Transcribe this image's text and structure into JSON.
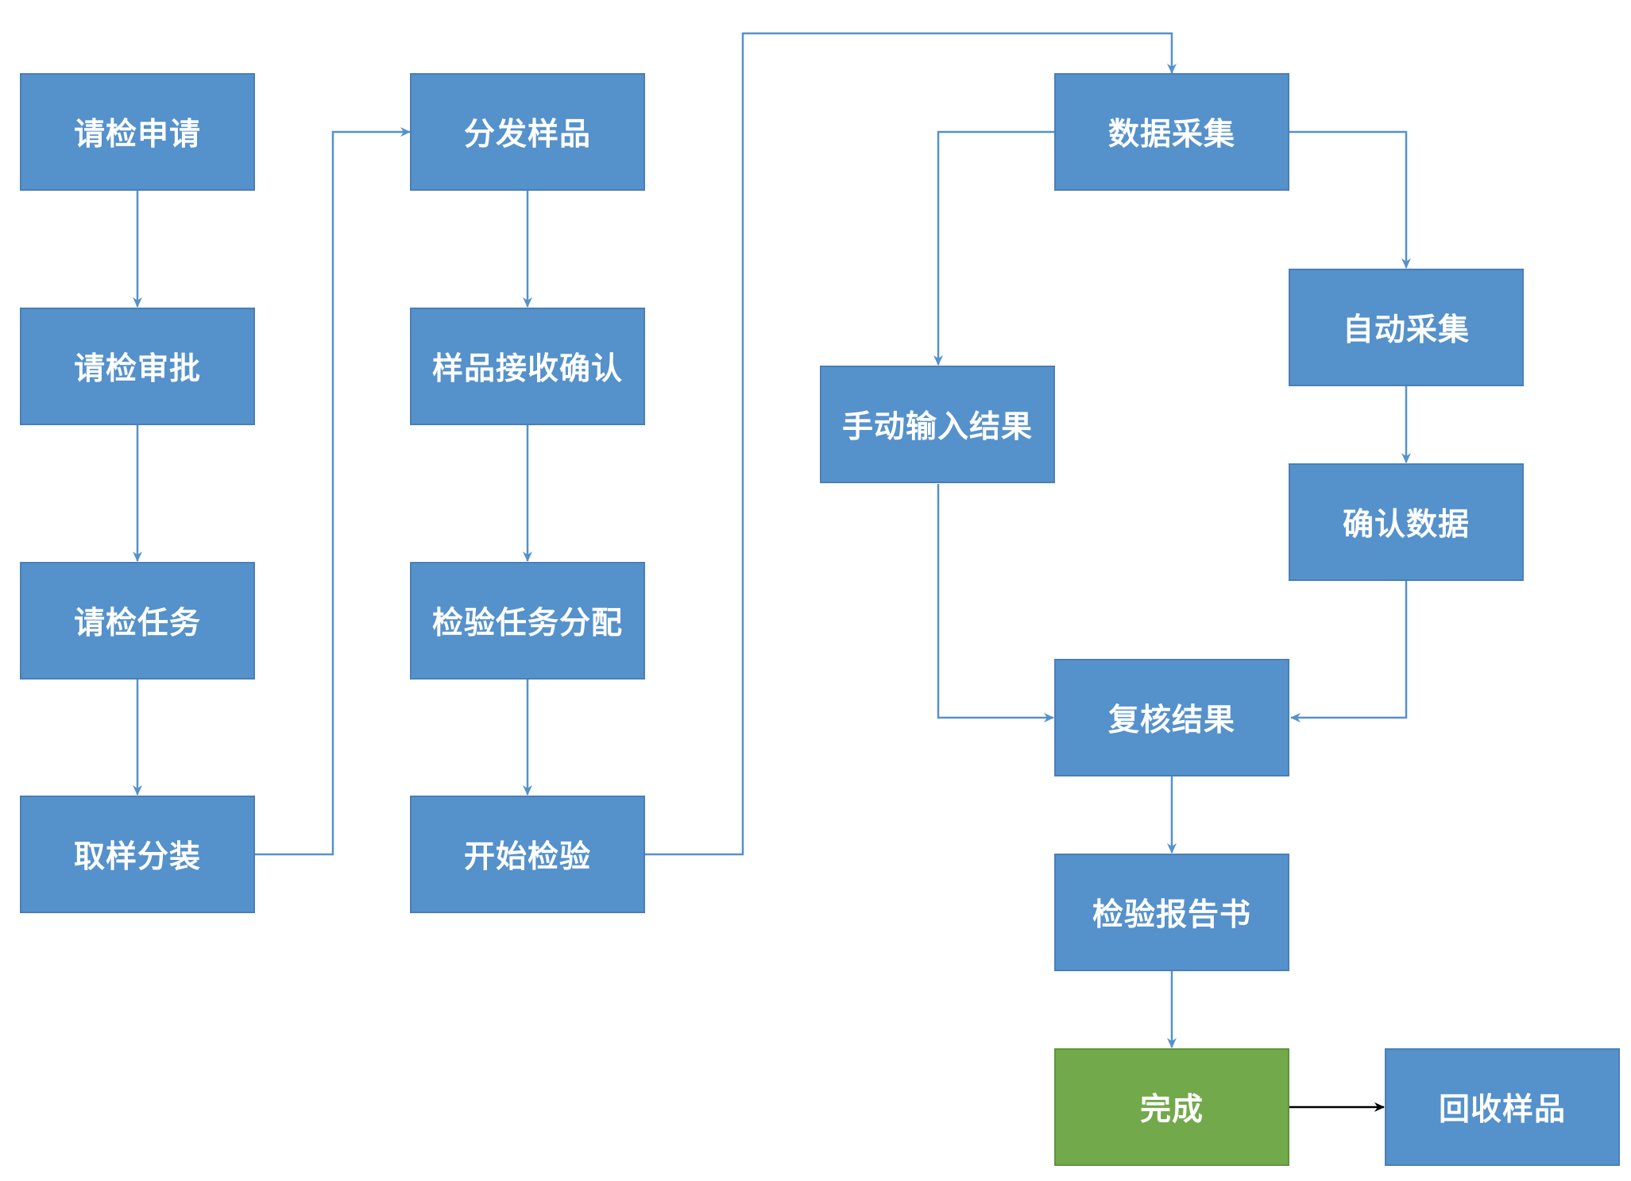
{
  "colors": {
    "node_fill": "#5591cb",
    "node_fill_done": "#72a94b",
    "connector": "#5591cb",
    "connector_final": "#000000",
    "text": "#ffffff",
    "background": "#ffffff"
  },
  "nodes": {
    "request_apply": "请检申请",
    "request_approve": "请检审批",
    "request_task": "请检任务",
    "sampling_split": "取样分装",
    "distribute_sample": "分发样品",
    "sample_receive_confirm": "样品接收确认",
    "inspection_task_assign": "检验任务分配",
    "start_inspection": "开始检验",
    "data_collection": "数据采集",
    "manual_input_result": "手动输入结果",
    "auto_collection": "自动采集",
    "confirm_data": "确认数据",
    "review_result": "复核结果",
    "inspection_report": "检验报告书",
    "complete": "完成",
    "recycle_sample": "回收样品"
  },
  "edges": [
    {
      "from": "请检申请",
      "to": "请检审批"
    },
    {
      "from": "请检审批",
      "to": "请检任务"
    },
    {
      "from": "请检任务",
      "to": "取样分装"
    },
    {
      "from": "取样分装",
      "to": "分发样品"
    },
    {
      "from": "分发样品",
      "to": "样品接收确认"
    },
    {
      "from": "样品接收确认",
      "to": "检验任务分配"
    },
    {
      "from": "检验任务分配",
      "to": "开始检验"
    },
    {
      "from": "开始检验",
      "to": "数据采集"
    },
    {
      "from": "数据采集",
      "to": "手动输入结果"
    },
    {
      "from": "数据采集",
      "to": "自动采集"
    },
    {
      "from": "自动采集",
      "to": "确认数据"
    },
    {
      "from": "手动输入结果",
      "to": "复核结果"
    },
    {
      "from": "确认数据",
      "to": "复核结果"
    },
    {
      "from": "复核结果",
      "to": "检验报告书"
    },
    {
      "from": "检验报告书",
      "to": "完成"
    },
    {
      "from": "完成",
      "to": "回收样品"
    }
  ]
}
